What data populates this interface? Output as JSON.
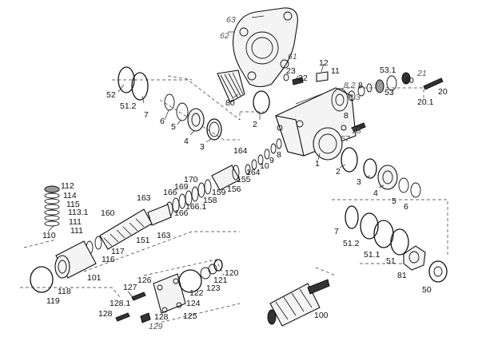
{
  "labels": {
    "l_63": "63",
    "l_62": "62",
    "l_61": "61",
    "l_12": "12",
    "l_11": "11",
    "l_23": "23",
    "l_22": "22",
    "l_8_2": "8.2",
    "l_8": "8",
    "l_8_3": "8.3",
    "l_53_1": "53.1",
    "l_21": "21",
    "l_53": "53",
    "l_20": "20",
    "l_20_1": "20.1",
    "l_20b": "20",
    "l_52": "52",
    "l_51_2a": "51.2",
    "l_7a": "7",
    "l_6a": "6",
    "l_5a": "5",
    "l_4a": "4",
    "l_3a": "3",
    "l_80": "80",
    "l_2a": "2",
    "l_58": "58",
    "l_57": "57",
    "l_8b": "8",
    "l_164a": "164",
    "l_164b": "164",
    "l_10": "10",
    "l_9": "9",
    "l_8c": "8",
    "l_1": "1",
    "l_2b": "2",
    "l_170": "170",
    "l_169": "169",
    "l_166a": "166",
    "l_166b": "166",
    "l_166_1": "166.1",
    "l_158": "158",
    "l_159": "159",
    "l_155": "155",
    "l_156": "156",
    "l_163a": "163",
    "l_112": "112",
    "l_114": "114",
    "l_115": "115",
    "l_113_1": "113.1",
    "l_111a": "111",
    "l_111b": "111",
    "l_110": "110",
    "l_160": "160",
    "l_117": "117",
    "l_116": "116",
    "l_151": "151",
    "l_163b": "163",
    "l_3b": "3",
    "l_4b": "4",
    "l_5b": "5",
    "l_6b": "6",
    "l_7b": "7",
    "l_51_2b": "51.2",
    "l_51_1": "51.1",
    "l_51": "51",
    "l_81": "81",
    "l_50": "50",
    "l_101": "101",
    "l_118": "118",
    "l_119": "119",
    "l_126": "126",
    "l_127": "127",
    "l_128_1": "128.1",
    "l_128a": "128",
    "l_128b": "128",
    "l_129": "129",
    "l_124": "124",
    "l_125": "125",
    "l_122": "122",
    "l_123": "123",
    "l_121": "121",
    "l_120": "120",
    "l_100": "100"
  }
}
